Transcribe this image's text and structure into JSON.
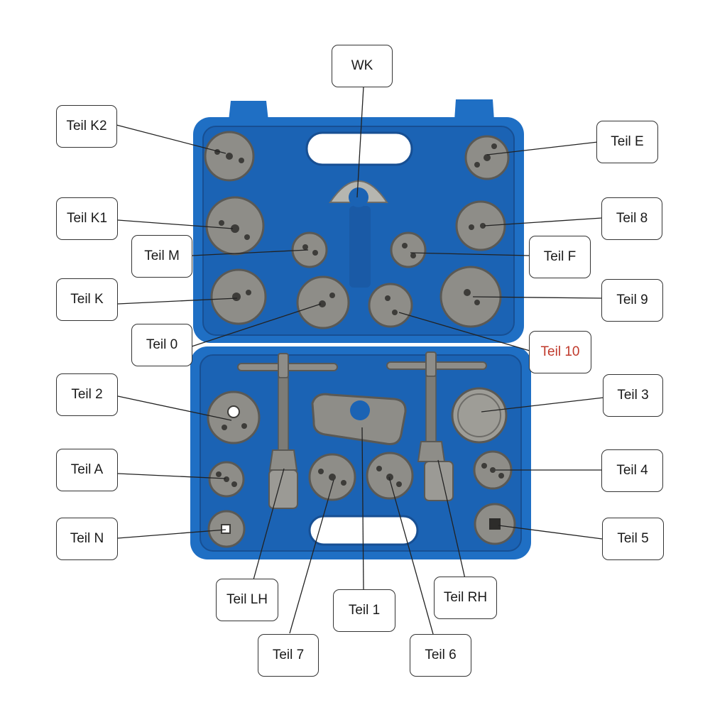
{
  "diagram": {
    "subject": "Brake caliper piston rewind tool kit in blue carrying case",
    "colors": {
      "case": "#1f6fc4",
      "case_dark": "#174f93",
      "case_light": "#3a8ae0",
      "metal": "#8e8d88",
      "metal_dark": "#5a5955",
      "label_border": "#333333",
      "leader": "#222222",
      "highlight_text": "#c0392b"
    },
    "labels": [
      {
        "id": "wk",
        "text": "WK"
      },
      {
        "id": "k2",
        "text": "Teil K2"
      },
      {
        "id": "e",
        "text": "Teil E"
      },
      {
        "id": "k1",
        "text": "Teil K1"
      },
      {
        "id": "8",
        "text": "Teil 8"
      },
      {
        "id": "m",
        "text": "Teil M"
      },
      {
        "id": "f",
        "text": "Teil F"
      },
      {
        "id": "k",
        "text": "Teil K"
      },
      {
        "id": "9",
        "text": "Teil 9"
      },
      {
        "id": "0",
        "text": "Teil 0"
      },
      {
        "id": "10",
        "text": "Teil 10",
        "highlight": true
      },
      {
        "id": "2",
        "text": "Teil 2"
      },
      {
        "id": "3",
        "text": "Teil 3"
      },
      {
        "id": "a",
        "text": "Teil A"
      },
      {
        "id": "4",
        "text": "Teil 4"
      },
      {
        "id": "n",
        "text": "Teil N"
      },
      {
        "id": "5",
        "text": "Teil 5"
      },
      {
        "id": "lh",
        "text": "Teil LH"
      },
      {
        "id": "1",
        "text": "Teil 1"
      },
      {
        "id": "rh",
        "text": "Teil RH"
      },
      {
        "id": "7",
        "text": "Teil 7"
      },
      {
        "id": "6",
        "text": "Teil 6"
      }
    ]
  }
}
